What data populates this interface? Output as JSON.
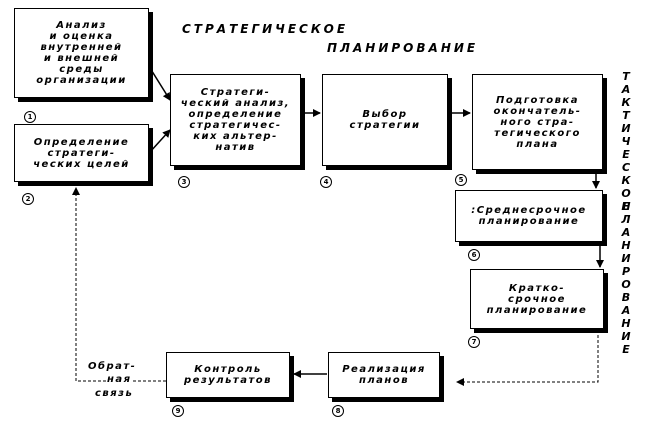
{
  "headings": {
    "strategic_line1": "СТРАТЕГИЧЕСКОЕ",
    "strategic_line2": "ПЛАНИРОВАНИЕ",
    "tactical_line1": "ТАКТИЧЕСКОЕ",
    "tactical_line2": "ПЛАНИРОВАНИЕ"
  },
  "boxes": {
    "analysis": {
      "text": "Анализ\nи оценка\nвнутренней\nи внешней\nсреды\nорганизации",
      "num": "1"
    },
    "goals": {
      "text": "Определение\nстратеги-\nческих целей",
      "num": "2"
    },
    "strategic_analysis": {
      "text": "Стратеги-\nческий анализ,\nопределение\nстратегичес-\nких альтер-\nнатив",
      "num": "3"
    },
    "choice": {
      "text": "Выбор\nстратегии",
      "num": "4"
    },
    "final_plan": {
      "text": "Подготовка\nокончатель-\nного стра-\nтегического\nплана",
      "num": "5"
    },
    "mid_term": {
      "text": ":Среднесрочное\nпланирование",
      "num": "6"
    },
    "short_term": {
      "text": "Кратко-\nсрочное\nпланирование",
      "num": "7"
    },
    "implementation": {
      "text": "Реализация\nпланов",
      "num": "8"
    },
    "control": {
      "text": "Контроль\nрезультатов",
      "num": "9"
    }
  },
  "feedback": {
    "line1": "Обрат-",
    "line2": "ная",
    "line3": "связь"
  }
}
